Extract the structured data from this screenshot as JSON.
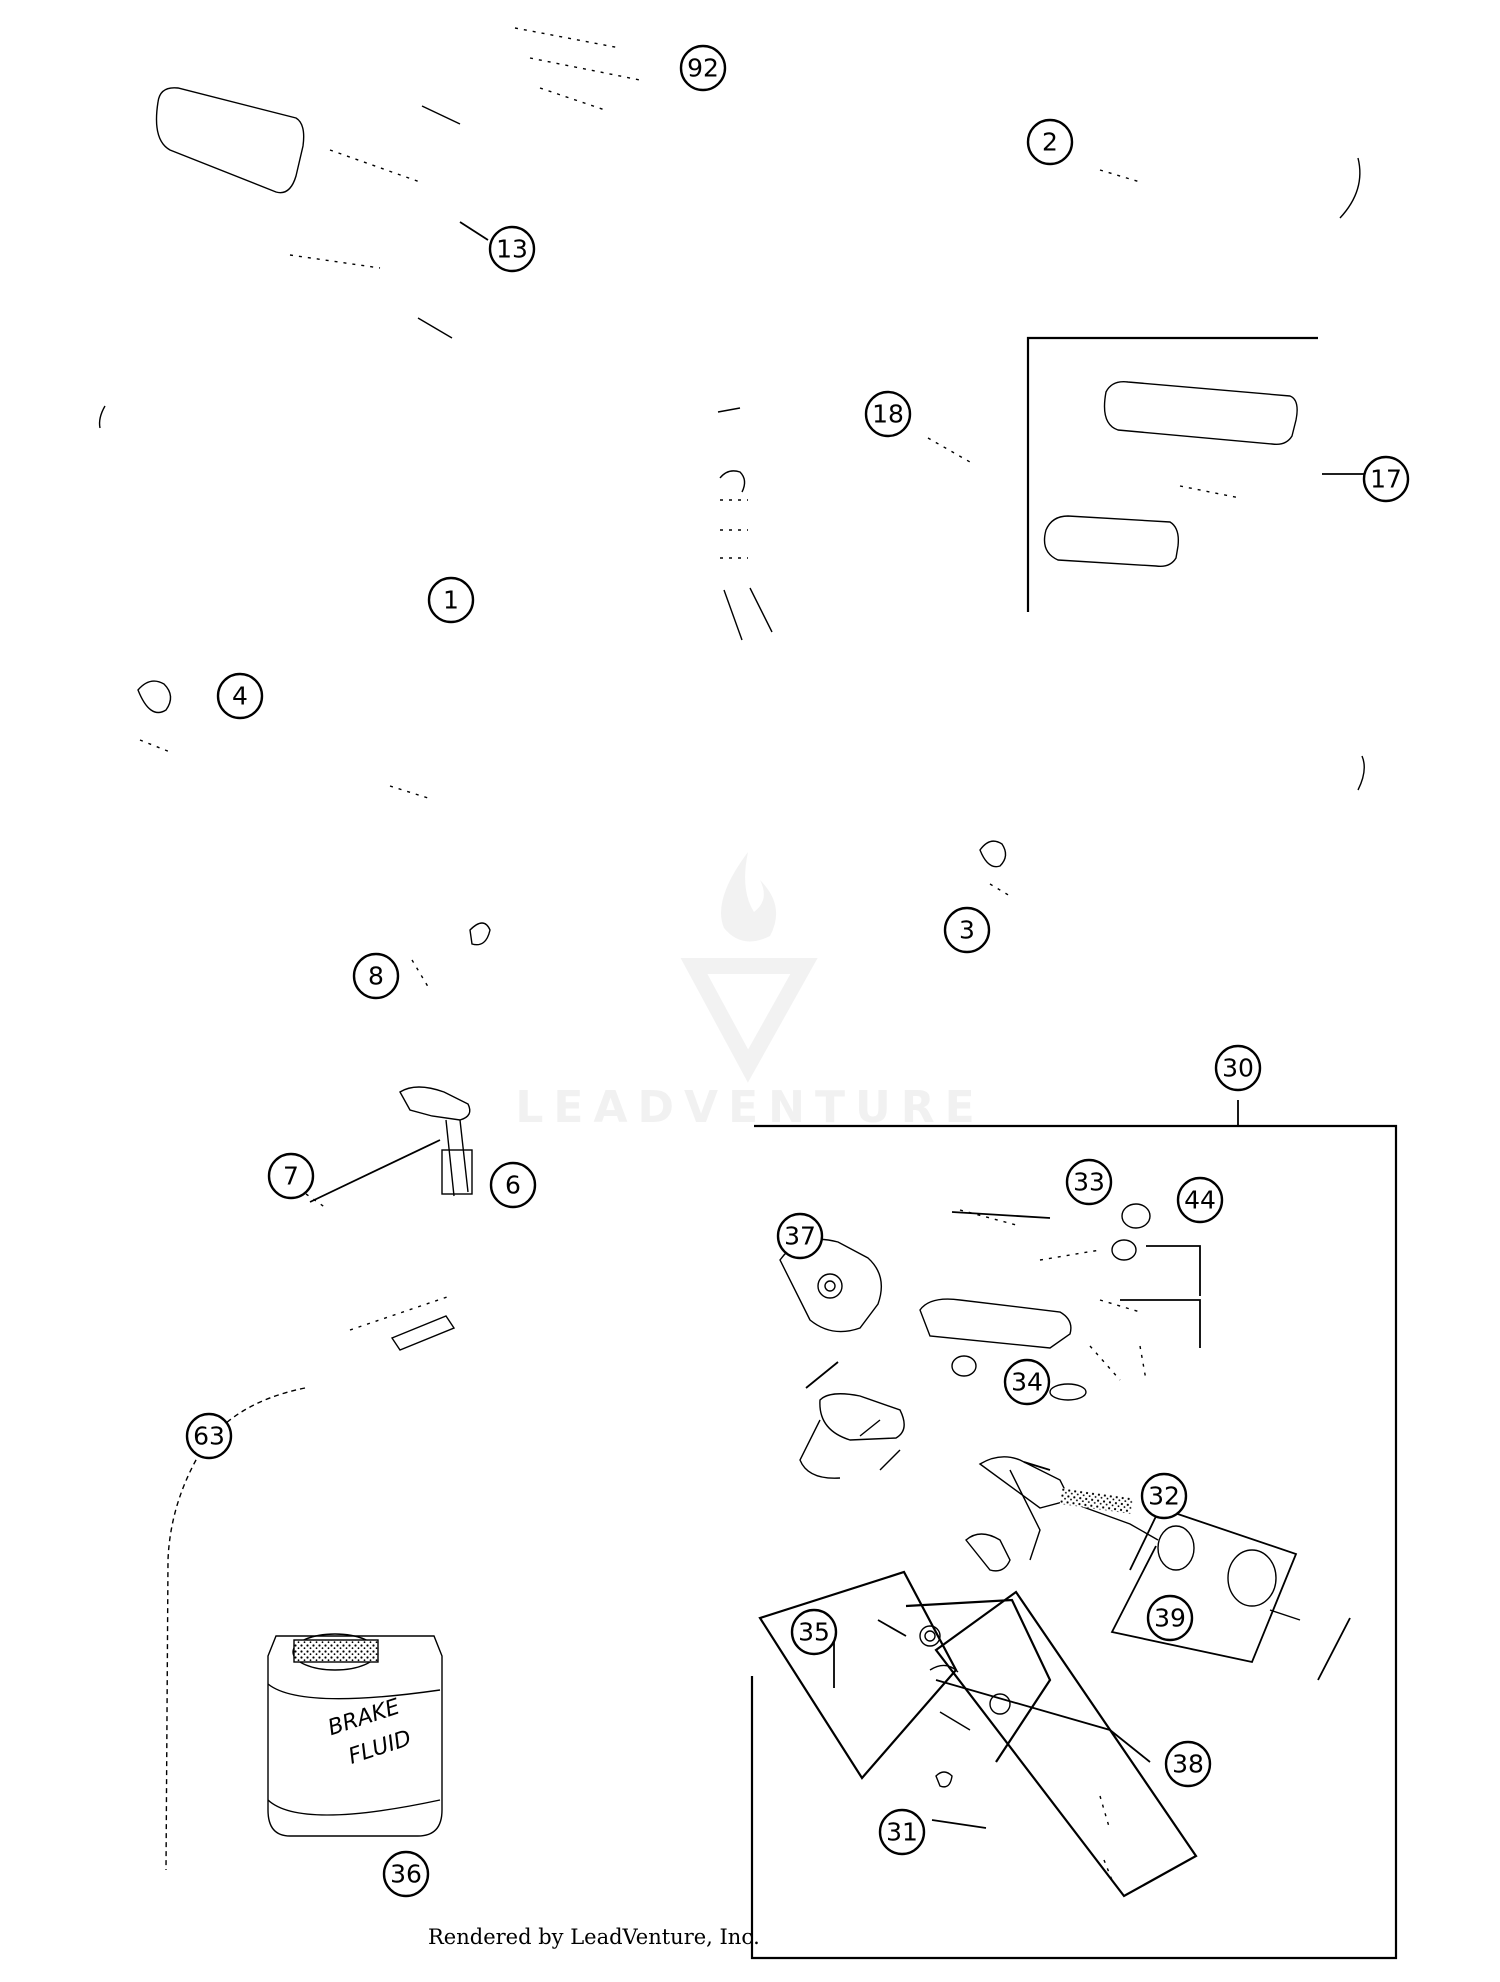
{
  "diagram": {
    "callouts": [
      {
        "id": "92",
        "label": "92"
      },
      {
        "id": "2",
        "label": "2"
      },
      {
        "id": "13",
        "label": "13"
      },
      {
        "id": "18",
        "label": "18"
      },
      {
        "id": "17",
        "label": "17"
      },
      {
        "id": "1",
        "label": "1"
      },
      {
        "id": "4",
        "label": "4"
      },
      {
        "id": "3",
        "label": "3"
      },
      {
        "id": "8",
        "label": "8"
      },
      {
        "id": "7",
        "label": "7"
      },
      {
        "id": "6",
        "label": "6"
      },
      {
        "id": "30",
        "label": "30"
      },
      {
        "id": "33",
        "label": "33"
      },
      {
        "id": "44",
        "label": "44"
      },
      {
        "id": "37",
        "label": "37"
      },
      {
        "id": "34",
        "label": "34"
      },
      {
        "id": "63",
        "label": "63"
      },
      {
        "id": "32",
        "label": "32"
      },
      {
        "id": "39",
        "label": "39"
      },
      {
        "id": "35",
        "label": "35"
      },
      {
        "id": "38",
        "label": "38"
      },
      {
        "id": "31",
        "label": "31"
      },
      {
        "id": "36",
        "label": "36"
      }
    ],
    "bottle": {
      "line1": "BRAKE",
      "line2": "FLUID"
    }
  },
  "watermark": {
    "text": "LEADVENTURE"
  },
  "footer": {
    "credit": "Rendered by LeadVenture, Inc."
  }
}
